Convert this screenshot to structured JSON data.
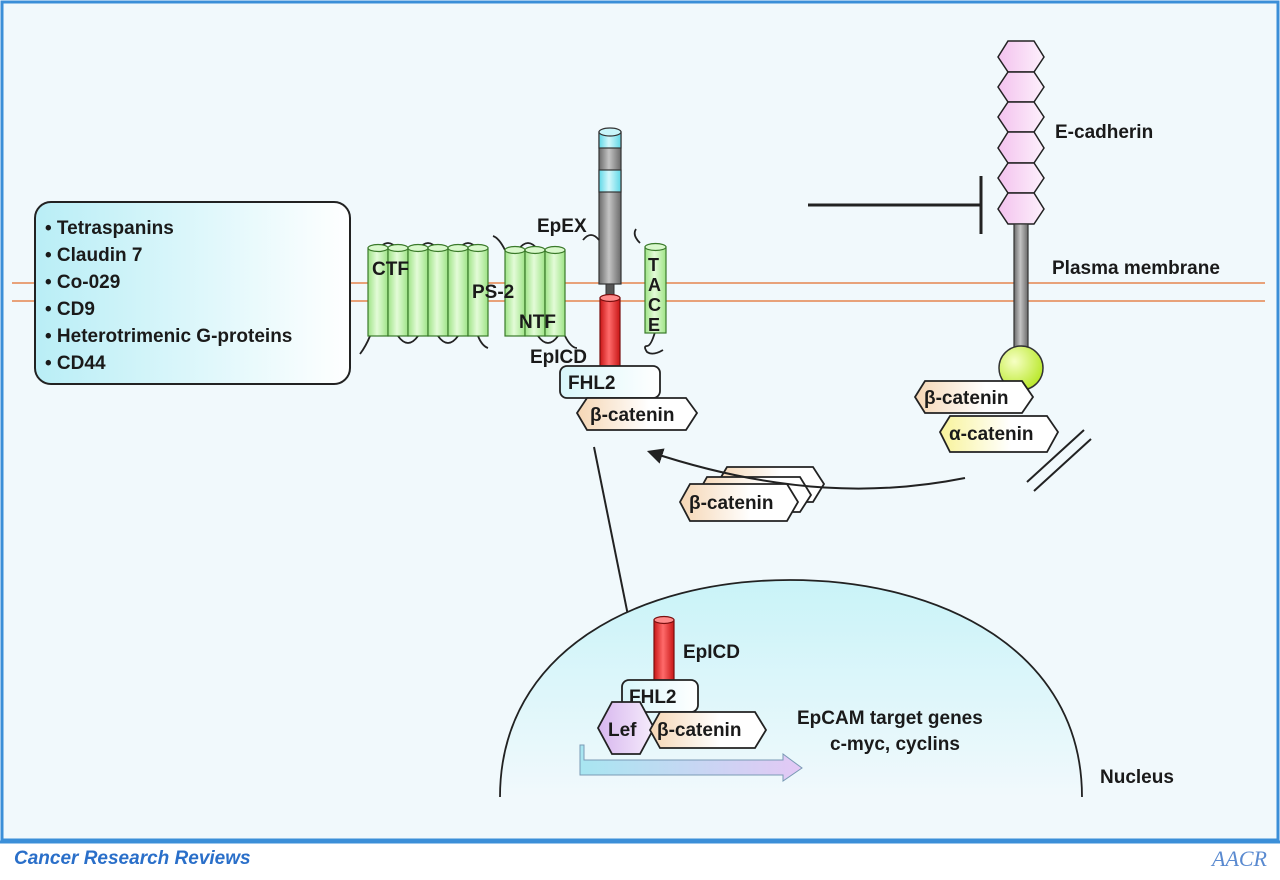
{
  "colors": {
    "background": "#f1f9fc",
    "frame": "#3b8fd8",
    "membrane": "#e8a27a",
    "helix": "#c6f3b2",
    "epicd": "#e82323",
    "ecad_domain": "#f7d2f3",
    "nucleus": "#dff7fb",
    "footer_text": "#2a6fc9"
  },
  "membrane_proteins": {
    "items": [
      "Tetraspanins",
      "Claudin 7",
      "Co-029",
      "CD9",
      "Heterotrimenic G-proteins",
      "CD44"
    ]
  },
  "labels": {
    "ctf": "CTF",
    "ps2": "PS-2",
    "ntf": "NTF",
    "epex": "EpEX",
    "tace_letters": [
      "T",
      "A",
      "C",
      "E"
    ],
    "epicd_top": "EpICD",
    "fhl2_top": "FHL2",
    "beta_catenin_top": "β-catenin",
    "ecadherin": "E-cadherin",
    "plasma_membrane": "Plasma membrane",
    "beta_catenin_ecad": "β-catenin",
    "alpha_catenin": "α-catenin",
    "beta_catenin_pool": "β-catenin",
    "epicd_nuc": "EpICD",
    "fhl2_nuc": "FHL2",
    "lef": "Lef",
    "beta_catenin_nuc": "β-catenin",
    "target_genes_line1": "EpCAM target genes",
    "target_genes_line2": "c-myc, cyclins",
    "nucleus": "Nucleus"
  },
  "footer": {
    "journal": "Cancer Research Reviews",
    "logo": "AACR"
  }
}
